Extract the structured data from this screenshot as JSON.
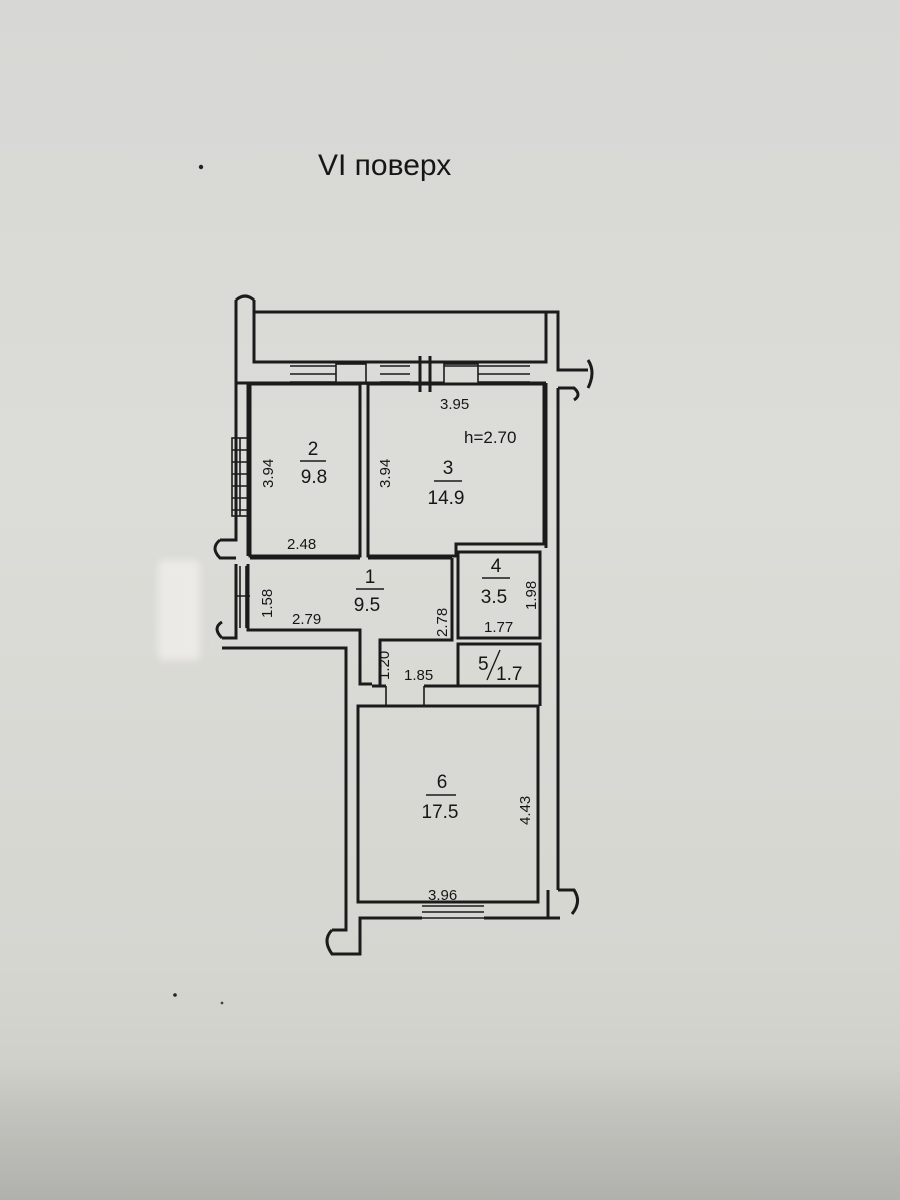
{
  "title": "VI поверх",
  "ceiling_height": "h=2.70",
  "rooms": [
    {
      "id": "room-1",
      "number": "1",
      "area": "9.5"
    },
    {
      "id": "room-2",
      "number": "2",
      "area": "9.8"
    },
    {
      "id": "room-3",
      "number": "3",
      "area": "14.9"
    },
    {
      "id": "room-4",
      "number": "4",
      "area": "3.5"
    },
    {
      "id": "room-5",
      "number": "5",
      "area": "1.7"
    },
    {
      "id": "room-6",
      "number": "6",
      "area": "17.5"
    }
  ],
  "dimensions": {
    "room3_width": "3.95",
    "room2_height": "3.94",
    "room3_height": "3.94",
    "room2_width": "2.48",
    "hall_height": "1.58",
    "hall_width": "2.79",
    "hall_depth": "2.78",
    "room4_height": "1.98",
    "room4_width": "1.77",
    "corridor_depth": "1.20",
    "corridor_width": "1.85",
    "room6_height": "4.43",
    "room6_width": "3.96"
  }
}
